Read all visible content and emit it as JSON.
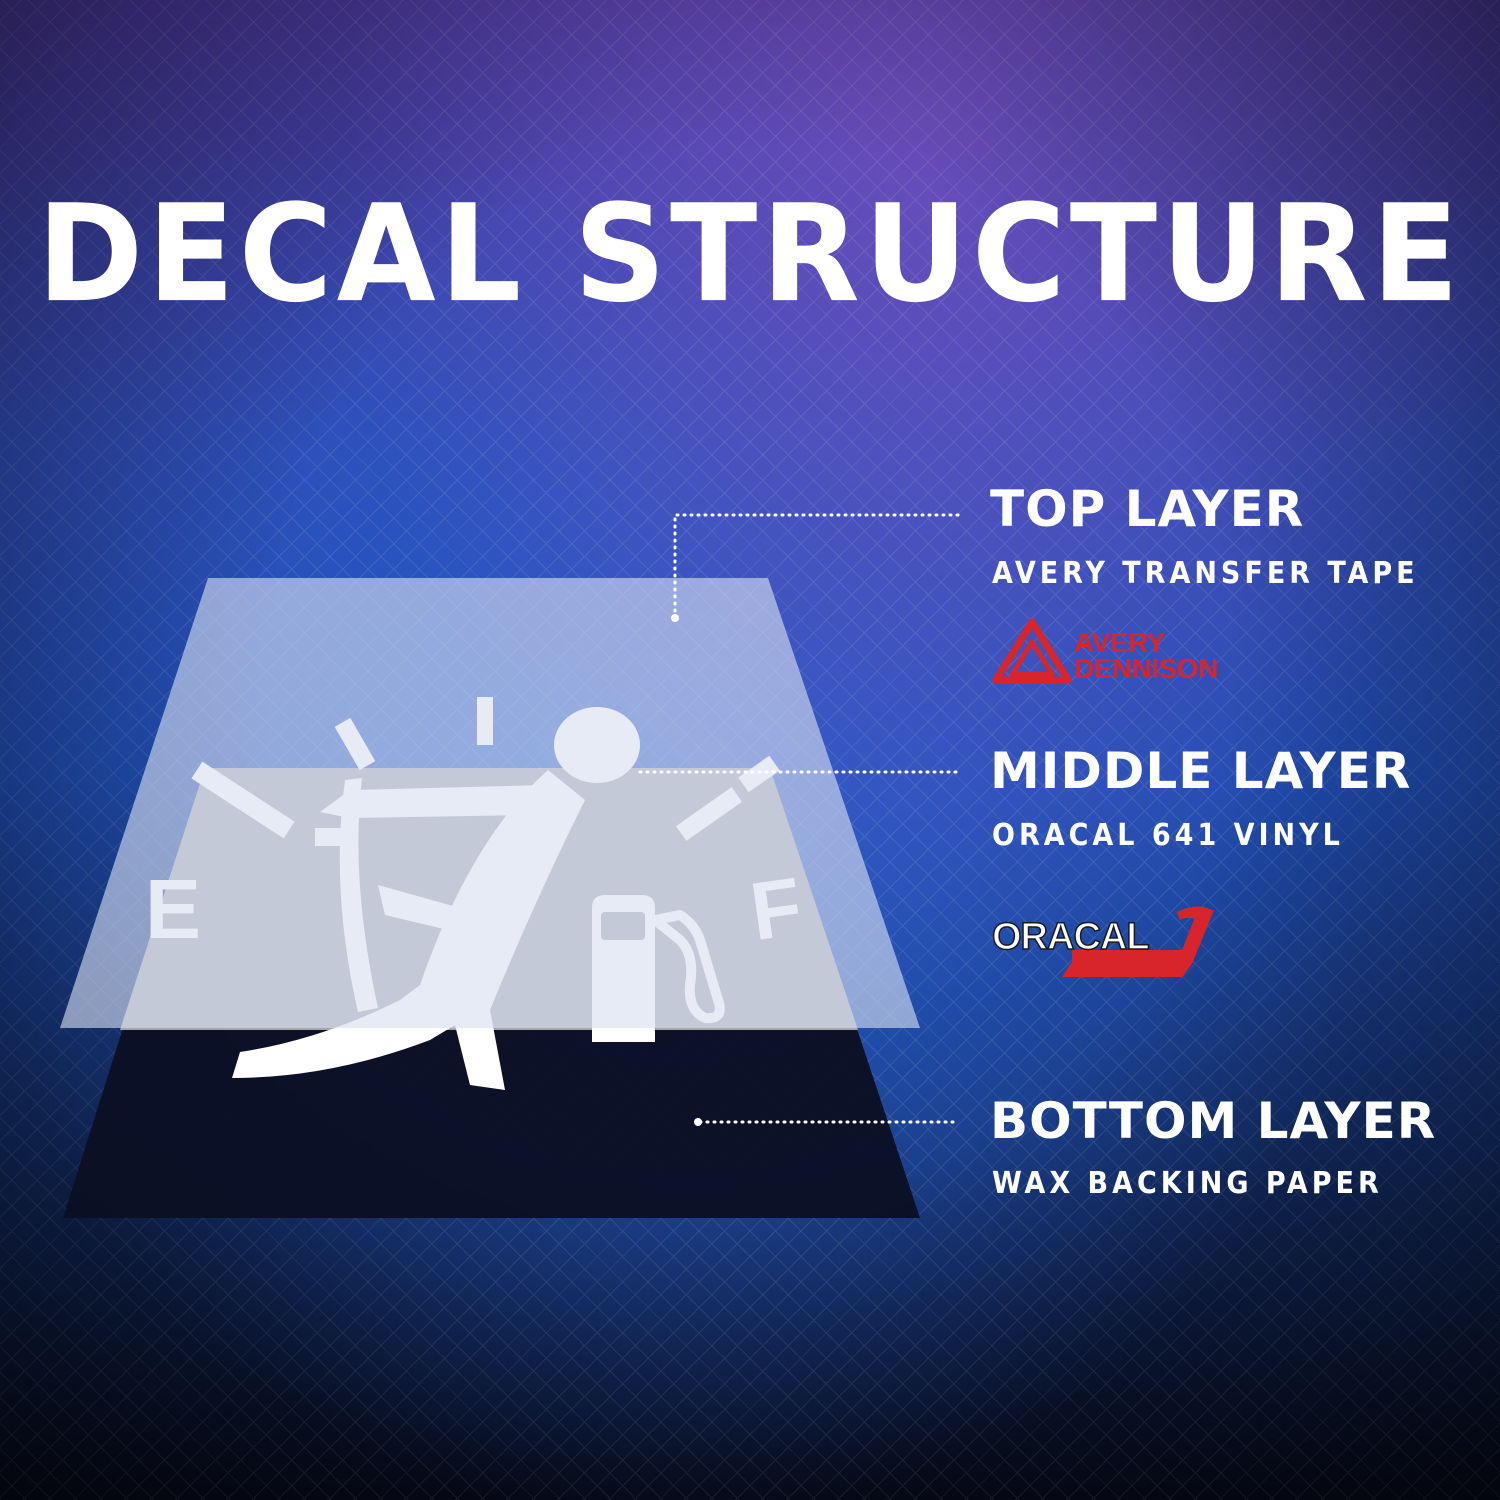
{
  "title": "DECAL STRUCTURE",
  "decal": {
    "gauge_empty_label": "E",
    "gauge_full_label": "F"
  },
  "layers": [
    {
      "heading": "TOP LAYER",
      "subtitle": "AVERY TRANSFER TAPE",
      "brand": {
        "line1": "AVERY",
        "line2": "DENNISON",
        "color": "#d8242b"
      }
    },
    {
      "heading": "MIDDLE LAYER",
      "subtitle": "ORACAL 641 VINYL",
      "brand": {
        "name": "ORACAL",
        "color": "#d8242b"
      }
    },
    {
      "heading": "BOTTOM LAYER",
      "subtitle": "WAX BACKING PAPER"
    }
  ],
  "colors": {
    "top_layer": "#d7def0",
    "middle_layer": "#a3a6ab",
    "bottom_layer": "#0b0f24",
    "decal_white": "#ffffff",
    "leader_lines": "#ffffff"
  }
}
